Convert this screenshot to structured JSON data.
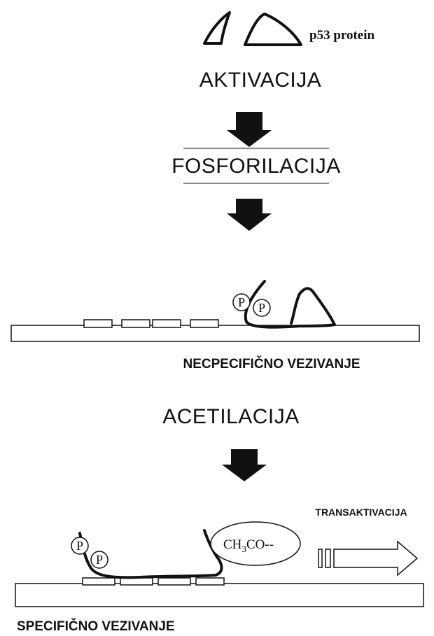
{
  "labels": {
    "p53": "p53 protein",
    "activation": "AKTIVACIJA",
    "phosphorylation": "FOSFORILACIJA",
    "nonspecific_binding": "NECPECIFIČNO VEZIVANJE",
    "acetylation": "ACETILACIJA",
    "transactivation": "TRANSAKTIVACIJA",
    "specific_binding": "SPECIFIČNO VEZIVANJE"
  },
  "phosphate_label": "P",
  "acetyl_group": {
    "prefix": "CH",
    "subscript": "3",
    "suffix": "CO--"
  }
}
